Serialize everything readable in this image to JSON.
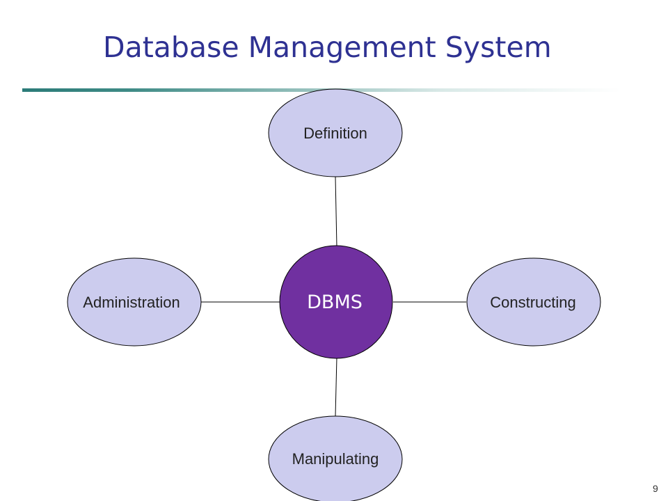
{
  "slide": {
    "title": "Database Management System",
    "page_number": "9"
  },
  "diagram": {
    "center": {
      "label": "DBMS",
      "fill": "#7030a0"
    },
    "nodes": [
      {
        "id": "definition",
        "label": "Definition"
      },
      {
        "id": "administration",
        "label": "Administration"
      },
      {
        "id": "constructing",
        "label": "Constructing"
      },
      {
        "id": "manipulating",
        "label": "Manipulating"
      }
    ],
    "node_fill": "#ccccee",
    "title_color": "#2e3192"
  }
}
